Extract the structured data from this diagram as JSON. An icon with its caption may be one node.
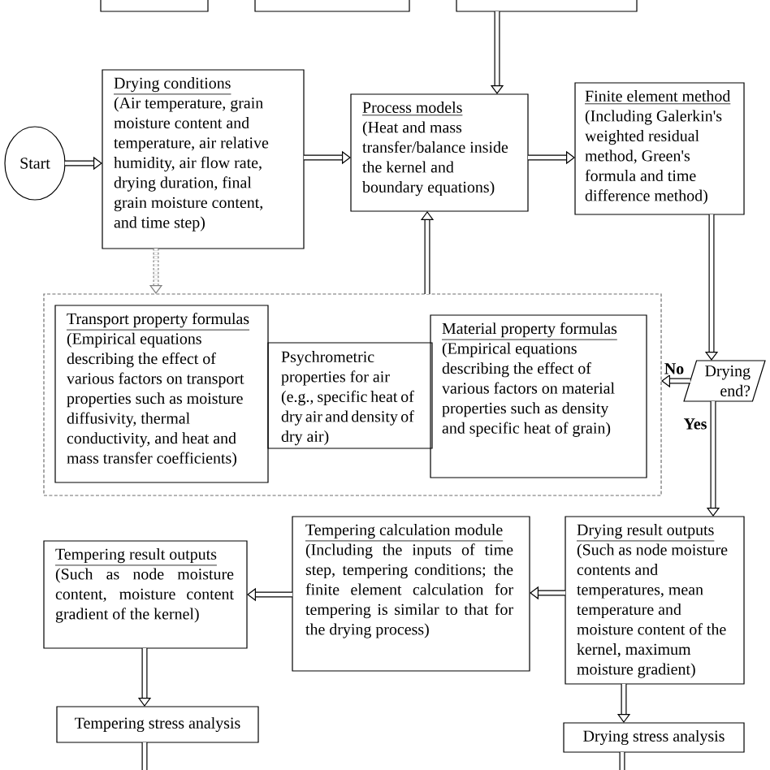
{
  "diagram": {
    "nodes": [
      {
        "text": [],
        "shape": "box"
      },
      {
        "text": [],
        "shape": "box"
      },
      {
        "text": [],
        "shape": "box"
      },
      {
        "text": [
          "Start"
        ]
      },
      {
        "text": [
          "Drying conditions",
          "(Air temperature, grain moisture content and temperature, air relative humidity, air flow rate, drying duration, final grain moisture content, and time step)"
        ]
      },
      {
        "text": [
          "Process models",
          "(Heat and mass transfer/balance inside the kernel and boundary equations)"
        ]
      },
      {
        "text": [
          "Finite element method",
          "(Including Galerkin's weighted residual method, Green's formula and time difference method)"
        ]
      },
      {
        "text": [],
        "shape": "box"
      },
      {
        "text": [
          "Transport property formulas",
          "(Empirical equations describing the effect of various factors on transport properties such as moisture diffusivity, thermal conductivity, and heat and mass transfer coefficients)"
        ],
        "in": 7
      },
      {
        "text": [
          "Psychrometric properties for air",
          "(e.g., specific heat of dry air and density of dry air)"
        ],
        "in": 7
      },
      {
        "text": [
          "Material property formulas",
          "(Empirical equations describing the effect of various factors on material properties such as density and specific heat of grain)"
        ],
        "in": 7
      },
      {
        "text": [
          "Drying end?"
        ]
      },
      {
        "text": [
          "Tempering result outputs",
          "(Such as node moisture content, moisture content gradient of the kernel)"
        ]
      },
      {
        "text": [
          "Tempering calculation module",
          "(Including the inputs of time step, tempering conditions; the finite element calculation for tempering is similar to that for the drying process)"
        ]
      },
      {
        "text": [
          "Drying result outputs",
          "(Such as node moisture contents and temperatures, mean temperature and moisture content of the kernel, maximum moisture gradient)"
        ]
      },
      {
        "text": [
          "Tempering stress analysis"
        ]
      },
      {
        "text": [
          "Drying stress analysis"
        ]
      }
    ],
    "edges": [
      {
        "from": 2,
        "to": 5,
        "arrow": "to"
      },
      {
        "from": 3,
        "to": 4,
        "arrow": "to"
      },
      {
        "from": 4,
        "to": 5,
        "arrow": "to"
      },
      {
        "from": 5,
        "to": 6,
        "arrow": "to"
      },
      {
        "from": 4,
        "to": 7,
        "arrow": "to",
        "style": "dashed",
        "color": "#808080"
      },
      {
        "from": 7,
        "to": 5,
        "arrow": "to"
      },
      {
        "from": 6,
        "to": 11,
        "arrow": "to"
      },
      {
        "from": 11,
        "to": 7,
        "arrow": "to",
        "label": "No"
      },
      {
        "from": 11,
        "to": 14,
        "arrow": "to",
        "label": "Yes"
      },
      {
        "from": 14,
        "to": 13,
        "arrow": "to"
      },
      {
        "from": 13,
        "to": 12,
        "arrow": "to"
      },
      {
        "from": 12,
        "to": 15,
        "arrow": "to"
      },
      {
        "from": 14,
        "to": 16,
        "arrow": "to"
      },
      {
        "from": 15,
        "to": null,
        "arrow": "none"
      },
      {
        "from": 16,
        "to": null,
        "arrow": "none"
      }
    ]
  }
}
